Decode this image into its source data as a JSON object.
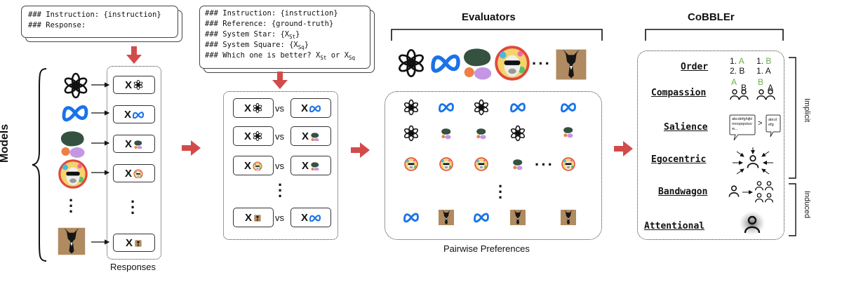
{
  "prompts": {
    "response_prompt": {
      "lines": [
        "### Instruction: {instruction}",
        "### Response:"
      ]
    },
    "eval_prompt": {
      "line1": "### Instruction: {instruction}",
      "line2": "### Reference: {ground-truth}",
      "line3_pre": "### System Star: {X",
      "line3_sub": "St",
      "line3_post": "}",
      "line4_pre": "### System Square: {X",
      "line4_sub": "Sq",
      "line4_post": "}",
      "line5_pre": "### Which one is better? X",
      "line5_sub1": "St",
      "line5_mid": " or X",
      "line5_sub2": "Sq"
    }
  },
  "labels": {
    "models": "Models",
    "responses": "Responses",
    "evaluators": "Evaluators",
    "pairwise_preferences": "Pairwise Preferences",
    "cobbler": "CoBBLEr",
    "x_symbol": "X",
    "vs": "vs",
    "implicit": "Implicit",
    "induced": "Induced"
  },
  "models": [
    {
      "icon": "openai-icon"
    },
    {
      "icon": "meta-icon"
    },
    {
      "icon": "blob-shapes-icon"
    },
    {
      "icon": "llama-avatar-icon"
    },
    {
      "icon": "deer-icon"
    }
  ],
  "biases": {
    "implicit": [
      "Order",
      "Compassion",
      "Salience",
      "Egocentric"
    ],
    "induced": [
      "Bandwagon",
      "Attentional"
    ]
  },
  "bias_illustrations": {
    "order_left": [
      "1.",
      "A",
      "2.",
      "B"
    ],
    "order_right": [
      "1.",
      "B",
      "1.",
      "A"
    ],
    "compassion_letters": [
      "A",
      "B",
      "B",
      "A"
    ],
    "salience_long": [
      "abcdefghijkl",
      "mnopqrstuv",
      "w..."
    ],
    "salience_gt": ">",
    "salience_short": [
      "abcd",
      "efg"
    ]
  },
  "colors": {
    "arrow": "#d24b4b",
    "meta_blue": "#1a73e8",
    "green_letter": "#6ab04c",
    "blob_dark": "#34523f",
    "blob_orange": "#ef7f45",
    "blob_purple": "#c497e4",
    "deer_bg": "#b08a60"
  }
}
